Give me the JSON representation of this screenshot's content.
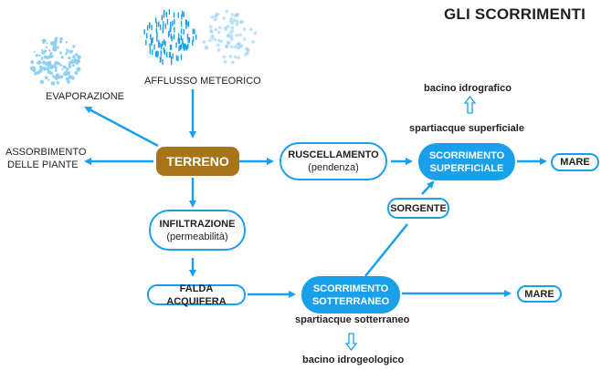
{
  "title": "GLI SCORRIMENTI",
  "colors": {
    "arrow": "#1aa0e8",
    "terreno": "#a8741a",
    "text": "#231f20",
    "dots": "#8fd0f3"
  },
  "icons": {
    "rain": "rain-icon",
    "snow": "snow-icon",
    "evaporation": "evaporation-icon"
  },
  "labels": {
    "evaporazione": "EVAPORAZIONE",
    "afflusso": "AFFLUSSO METEORICO",
    "assorbimento_1": "ASSORBIMENTO",
    "assorbimento_2": "DELLE PIANTE",
    "bacino_idrografico": "bacino idrografico",
    "spartiacque_superficiale": "spartiacque superficiale",
    "spartiacque_sotterraneo": "spartiacque sotterraneo",
    "bacino_idrogeologico": "bacino idrogeologico"
  },
  "nodes": {
    "terreno": "TERRENO",
    "ruscellamento": "RUSCELLAMENTO",
    "ruscellamento_sub": "(pendenza)",
    "scorrimento_superficiale_1": "SCORRIMENTO",
    "scorrimento_superficiale_2": "SUPERFICIALE",
    "mare_1": "MARE",
    "sorgente": "SORGENTE",
    "infiltrazione": "INFILTRAZIONE",
    "infiltrazione_sub": "(permeabilità)",
    "falda": "FALDA ACQUIFERA",
    "scorrimento_sotterraneo_1": "SCORRIMENTO",
    "scorrimento_sotterraneo_2": "SOTTERRANEO",
    "mare_2": "MARE"
  }
}
